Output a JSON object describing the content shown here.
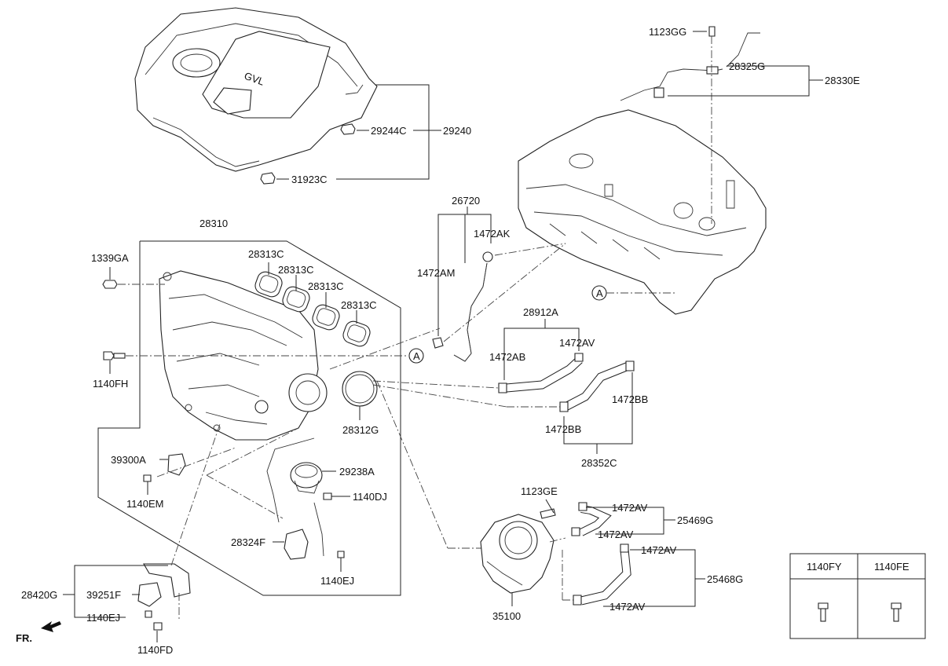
{
  "labels": {
    "p1123GG": "1123GG",
    "p28325G": "28325G",
    "p28330E": "28330E",
    "p29244C": "29244C",
    "p29240": "29240",
    "p31923C": "31923C",
    "p26720": "26720",
    "p1472AK": "1472AK",
    "p1472AM": "1472AM",
    "p28310": "28310",
    "p1339GA": "1339GA",
    "p28313C_1": "28313C",
    "p28313C_2": "28313C",
    "p28313C_3": "28313C",
    "p28313C_4": "28313C",
    "pA_head": "A",
    "pA_manifold": "A",
    "p28912A": "28912A",
    "p1472AV_1": "1472AV",
    "p1472AB": "1472AB",
    "p1140FH": "1140FH",
    "p1472BB_1": "1472BB",
    "p1472BB_2": "1472BB",
    "p28352C": "28352C",
    "p28312G": "28312G",
    "p39300A": "39300A",
    "p29238A": "29238A",
    "p1140EM": "1140EM",
    "p1140DJ": "1140DJ",
    "p1123GE": "1123GE",
    "p1472AV_2": "1472AV",
    "p25469G": "25469G",
    "p1472AV_3": "1472AV",
    "p28324F": "28324F",
    "p1472AV_4": "1472AV",
    "p25468G": "25468G",
    "p1140EJ_1": "1140EJ",
    "p1472AV_5": "1472AV",
    "p28420G": "28420G",
    "p39251F": "39251F",
    "p1140EJ_2": "1140EJ",
    "p35100": "35100",
    "p1140FD": "1140FD",
    "fr": "FR."
  },
  "cover_badge": "GVL",
  "legend_table": {
    "headers": [
      "1140FY",
      "1140FE"
    ]
  }
}
